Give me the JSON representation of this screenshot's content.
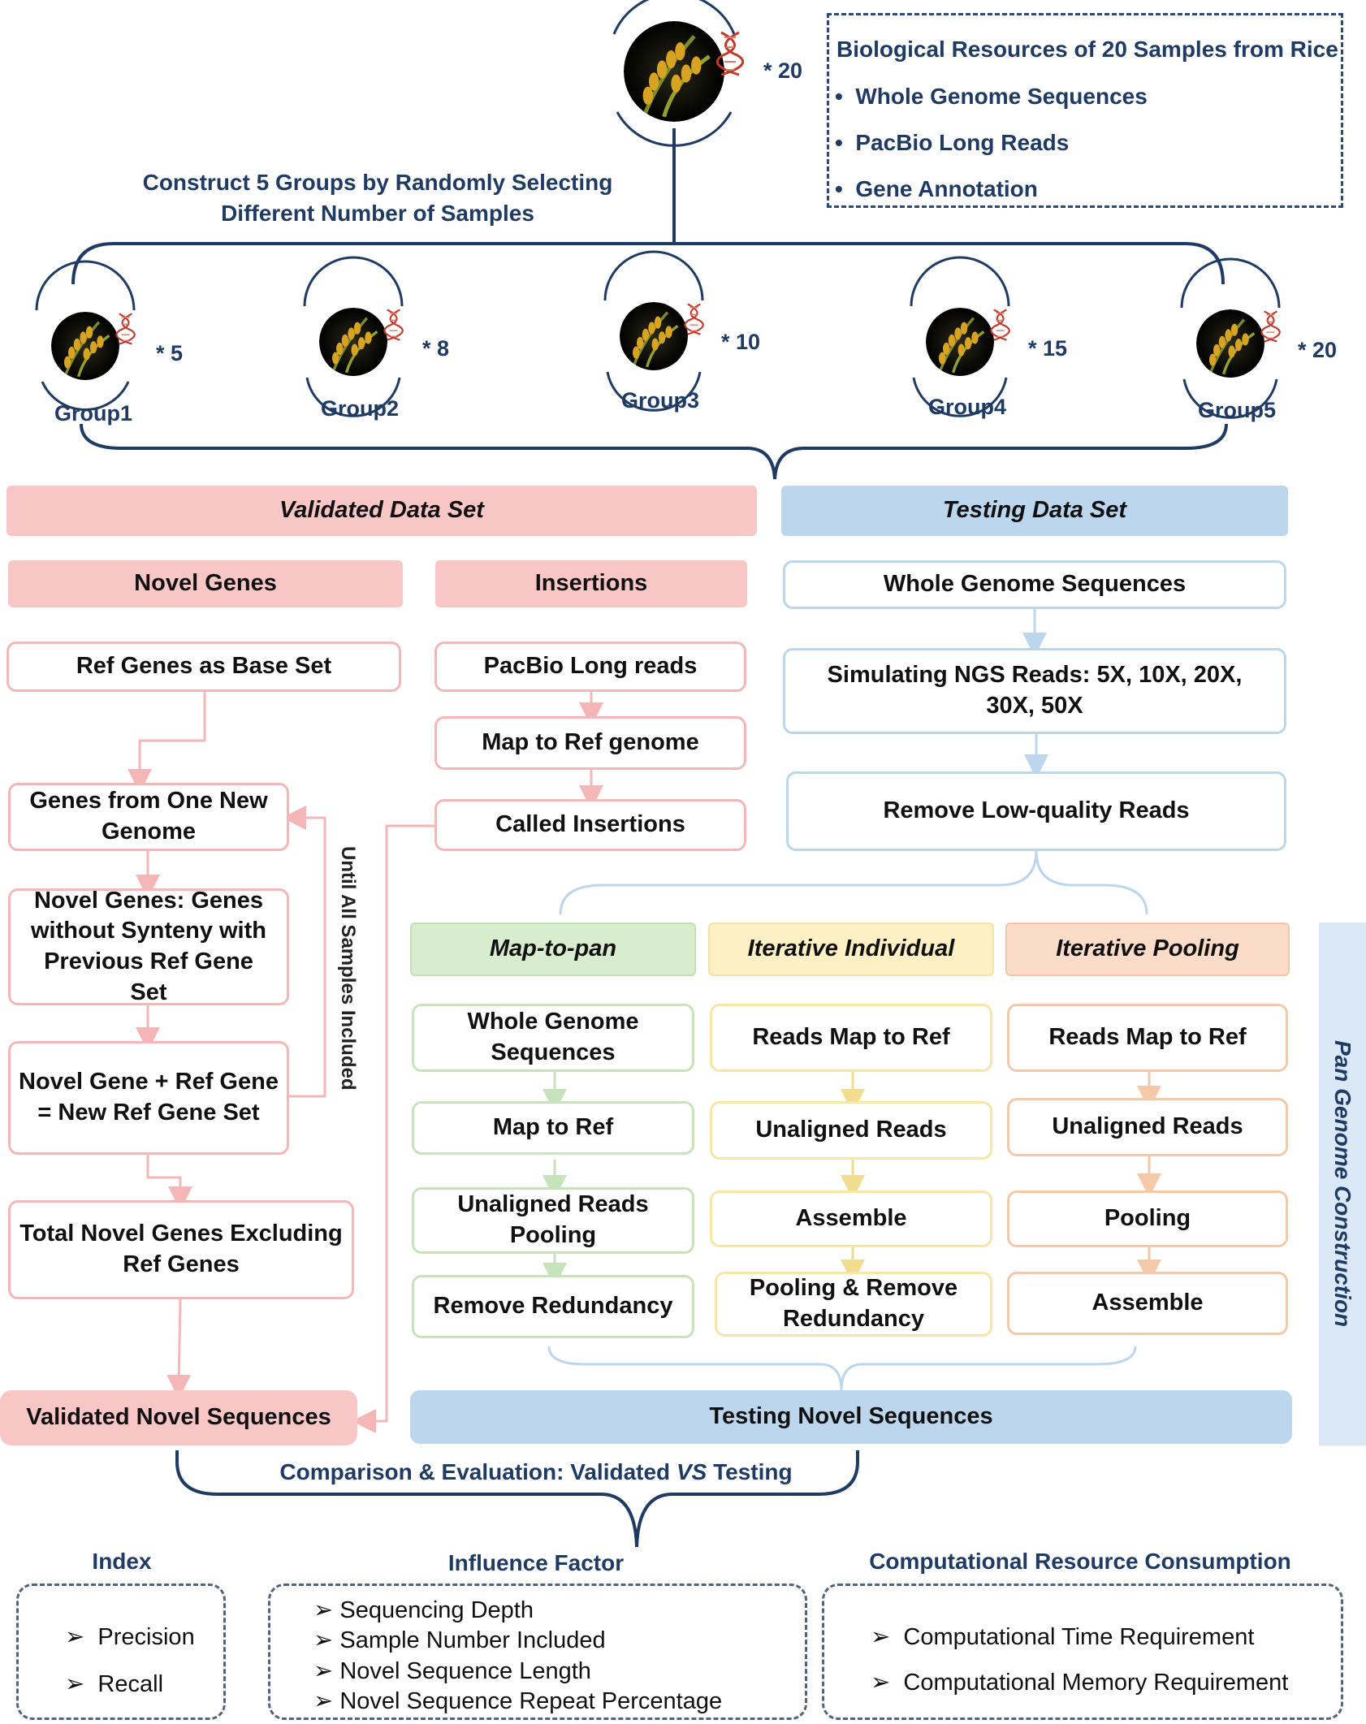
{
  "top": {
    "sample_count": "* 20",
    "construct_text_line1": "Construct 5 Groups by Randomly Selecting",
    "construct_text_line2": "Different Number of Samples"
  },
  "resources": {
    "title": "Biological Resources of 20 Samples from Rice",
    "items": [
      "Whole Genome Sequences",
      "PacBio Long Reads",
      "Gene Annotation"
    ]
  },
  "groups": [
    {
      "label": "Group1",
      "count": "* 5"
    },
    {
      "label": "Group2",
      "count": "* 8"
    },
    {
      "label": "Group3",
      "count": "* 10"
    },
    {
      "label": "Group4",
      "count": "* 15"
    },
    {
      "label": "Group5",
      "count": "* 20"
    }
  ],
  "validated": {
    "header": "Validated Data Set",
    "novel_genes": "Novel Genes",
    "insertions": "Insertions",
    "ref_genes": "Ref Genes as Base Set",
    "genes_new": "Genes from One New Genome",
    "novel_def": "Novel Genes: Genes without Synteny with Previous Ref Gene Set",
    "new_ref": "Novel Gene + Ref Gene = New Ref Gene Set",
    "total_novel": "Total Novel Genes Excluding Ref Genes",
    "loop_label": "Until All Samples Included",
    "pacbio": "PacBio Long reads",
    "map_ref_genome": "Map to Ref genome",
    "called_ins": "Called Insertions",
    "output": "Validated Novel Sequences"
  },
  "testing": {
    "header": "Testing Data Set",
    "wgs": "Whole Genome Sequences",
    "simulating": "Simulating NGS Reads: 5X, 10X, 20X, 30X, 50X",
    "remove_lq": "Remove Low-quality Reads",
    "side_label": "Pan Genome Construction",
    "output": "Testing Novel Sequences",
    "methods": [
      {
        "name": "Map-to-pan",
        "steps": [
          "Whole Genome Sequences",
          "Map to Ref",
          "Unaligned Reads Pooling",
          "Remove Redundancy"
        ]
      },
      {
        "name": "Iterative Individual",
        "steps": [
          "Reads Map to Ref",
          "Unaligned Reads",
          "Assemble",
          "Pooling & Remove Redundancy"
        ]
      },
      {
        "name": "Iterative Pooling",
        "steps": [
          "Reads Map to Ref",
          "Unaligned Reads",
          "Pooling",
          "Assemble"
        ]
      }
    ]
  },
  "comparison": {
    "prefix": "Comparison & Evaluation: Validated ",
    "vs": "VS",
    "suffix": " Testing"
  },
  "bottom": {
    "index_title": "Index",
    "index_items": [
      "Precision",
      "Recall"
    ],
    "influence_title": "Influence Factor",
    "influence_items": [
      "Sequencing Depth",
      "Sample Number Included",
      "Novel Sequence Length",
      "Novel Sequence Repeat Percentage"
    ],
    "resource_title": "Computational Resource Consumption",
    "resource_items": [
      "Computational Time Requirement",
      "Computational Memory Requirement"
    ]
  },
  "colors": {
    "navy": "#1f3b64",
    "pink": "#f9c6c6",
    "blue": "#bcd6ee",
    "green": "#d7edcd",
    "yellow": "#fdf0c4",
    "orange": "#fbdcc9"
  }
}
